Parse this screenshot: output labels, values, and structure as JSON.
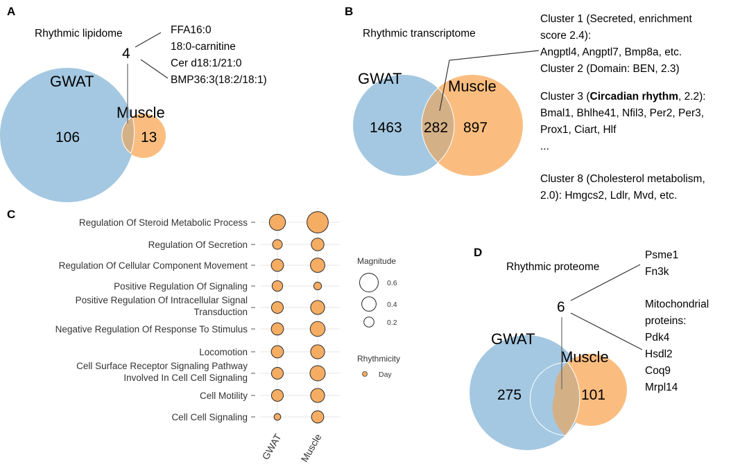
{
  "panel_a": {
    "letter": "A",
    "title": "Rhythmic lipidome",
    "left_set": "GWAT",
    "right_set": "Muscle",
    "left_only": "106",
    "right_only": "13",
    "overlap": "4",
    "overlap_items": [
      "FFA16:0",
      "18:0-carnitine",
      "Cer d18:1/21:0",
      "BMP36:3(18:2/18:1)"
    ]
  },
  "panel_b": {
    "letter": "B",
    "title": "Rhythmic transcriptome",
    "left_set": "GWAT",
    "right_set": "Muscle",
    "left_only": "1463",
    "overlap": "282",
    "right_only": "897",
    "clusters": {
      "c1_line1": "Cluster 1 (Secreted, enrichment",
      "c1_line2": "score 2.4):",
      "c1_line3": "Angptl4, Angptl7, Bmp8a, etc.",
      "c2_line1": "Cluster 2 (Domain: BEN, 2.3)",
      "c3_pre": "Cluster 3 (",
      "c3_bold": "Circadian rhythm",
      "c3_post": ", 2.2):",
      "c3_line2": "Bmal1, Bhlhe41, Nfil3, Per2, Per3,",
      "c3_line3": "Prox1, Ciart, Hlf",
      "ellipsis": "...",
      "c8_line1": "Cluster 8 (Cholesterol metabolism,",
      "c8_line2": "2.0): Hmgcs2, Ldlr, Mvd, etc."
    }
  },
  "panel_c": {
    "letter": "C",
    "x_labels": [
      "GWAT",
      "Muscle"
    ],
    "rows": [
      {
        "label_lines": [
          "Regulation Of Steroid Metabolic Process"
        ],
        "gwat": 0.48,
        "muscle": 0.72
      },
      {
        "label_lines": [
          "Regulation Of Secretion"
        ],
        "gwat": 0.18,
        "muscle": 0.32
      },
      {
        "label_lines": [
          "Regulation Of Cellular Component Movement"
        ],
        "gwat": 0.3,
        "muscle": 0.4
      },
      {
        "label_lines": [
          "Positive Regulation Of Signaling"
        ],
        "gwat": 0.22,
        "muscle": 0.09
      },
      {
        "label_lines": [
          "Positive Regulation Of Intracellular Signal",
          "Transduction"
        ],
        "gwat": 0.28,
        "muscle": 0.38
      },
      {
        "label_lines": [
          "Negative Regulation Of Response To Stimulus"
        ],
        "gwat": 0.3,
        "muscle": 0.42
      },
      {
        "label_lines": [
          "Locomotion"
        ],
        "gwat": 0.3,
        "muscle": 0.38
      },
      {
        "label_lines": [
          "Cell Surface Receptor Signaling Pathway",
          "Involved In Cell Cell Signaling"
        ],
        "gwat": 0.28,
        "muscle": 0.44
      },
      {
        "label_lines": [
          "Cell Motility"
        ],
        "gwat": 0.28,
        "muscle": 0.38
      },
      {
        "label_lines": [
          "Cell Cell Signaling"
        ],
        "gwat": 0.04,
        "muscle": 0.3
      }
    ],
    "magnitude_legend": {
      "title": "Magnitude",
      "values": [
        0.6,
        0.4,
        0.2
      ],
      "labels": [
        "0.6",
        "0.4",
        "0.2"
      ]
    },
    "rhythmicity_legend": {
      "title": "Rhythmicity",
      "label": "Day"
    },
    "colors": {
      "dot": "#f5ad63",
      "grid": "#e6e6e6"
    }
  },
  "panel_d": {
    "letter": "D",
    "title": "Rhythmic proteome",
    "left_set": "GWAT",
    "right_set": "Muscle",
    "left_only": "275",
    "right_only": "101",
    "overlap": "6",
    "items": [
      "Psme1",
      "Fn3k"
    ],
    "mito_heading": [
      "Mitochondrial",
      "proteins:"
    ],
    "mito_items": [
      "Pdk4",
      "Hsdl2",
      "Coq9",
      "Mrpl14"
    ]
  },
  "colors": {
    "blue": "#a4c8e1",
    "orange": "#fbbd7f",
    "overlap": "#d4b087"
  }
}
